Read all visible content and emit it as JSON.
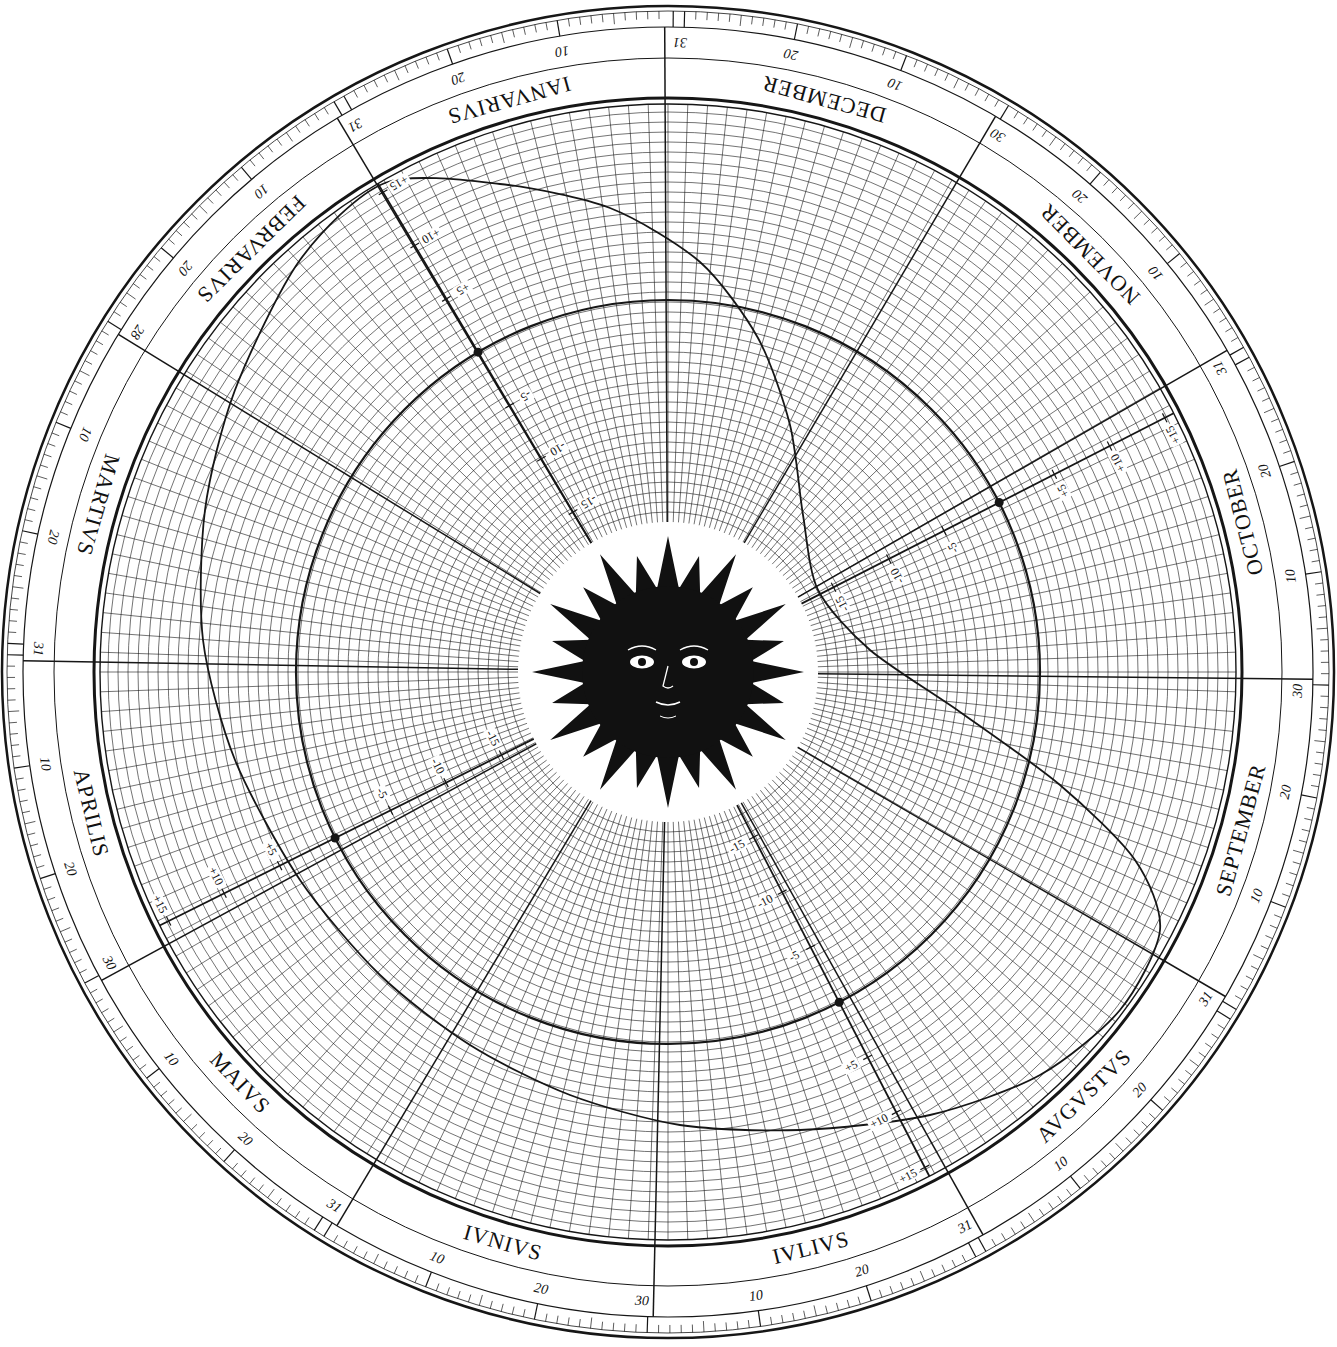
{
  "diagram": {
    "labels": [
      "IANVARIVS",
      "10",
      "20",
      "31",
      "FEBRVARIVS",
      "10",
      "20",
      "28",
      "MARTIVS",
      "10",
      "20",
      "31",
      "APRILIS",
      "10",
      "20",
      "30",
      "MAIVS",
      "10",
      "20",
      "31",
      "IVNIVS",
      "10",
      "20",
      "30",
      "IVLIVS",
      "10",
      "20",
      "31",
      "AVGVSTVS",
      "10",
      "20",
      "31",
      "SEPTEMBER",
      "10",
      "20",
      "30",
      "OCTOBER",
      "10",
      "20",
      "31",
      "NOVEMBER",
      "10",
      "20",
      "30",
      "DECEMBER",
      "10",
      "20",
      "31",
      "+15",
      "+10",
      "+5",
      "-5",
      "-10",
      "-15",
      "+15",
      "+10",
      "+5",
      "-5",
      "-10",
      "-15",
      "+15",
      "+10",
      "+5",
      "-5",
      "-10",
      "-15",
      "+15",
      "+10",
      "+5",
      "-5",
      "-10",
      "-15"
    ]
  }
}
